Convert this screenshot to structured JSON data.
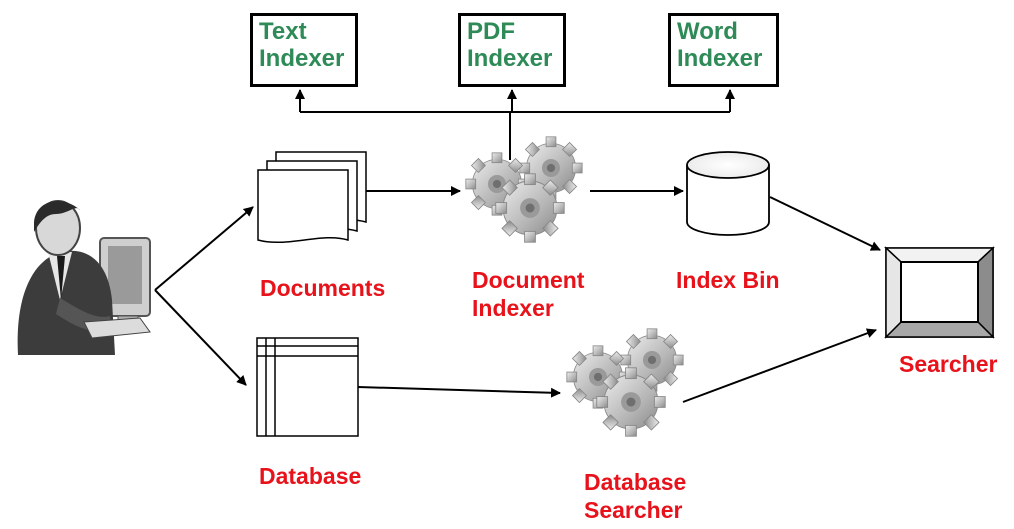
{
  "indexers": {
    "text": {
      "line1": "Text",
      "line2": "Indexer"
    },
    "pdf": {
      "line1": "PDF",
      "line2": "Indexer"
    },
    "word": {
      "line1": "Word",
      "line2": "Indexer"
    }
  },
  "labels": {
    "documents": "Documents",
    "document_indexer": {
      "line1": "Document",
      "line2": "Indexer"
    },
    "index_bin": "Index Bin",
    "database": "Database",
    "database_searcher": {
      "line1": "Database",
      "line2": "Searcher"
    },
    "searcher": "Searcher"
  },
  "colors": {
    "indexer_text": "#2e8b57",
    "label_text": "#e8121b",
    "gear": "#b8b8b8"
  },
  "icons": {
    "user": "user-at-computer-icon",
    "documents": "document-stack-icon",
    "database": "database-table-icon",
    "document_indexer": "gears-icon",
    "index_bin": "cylinder-icon",
    "database_searcher": "gears-icon",
    "searcher": "monitor-screen-icon"
  }
}
